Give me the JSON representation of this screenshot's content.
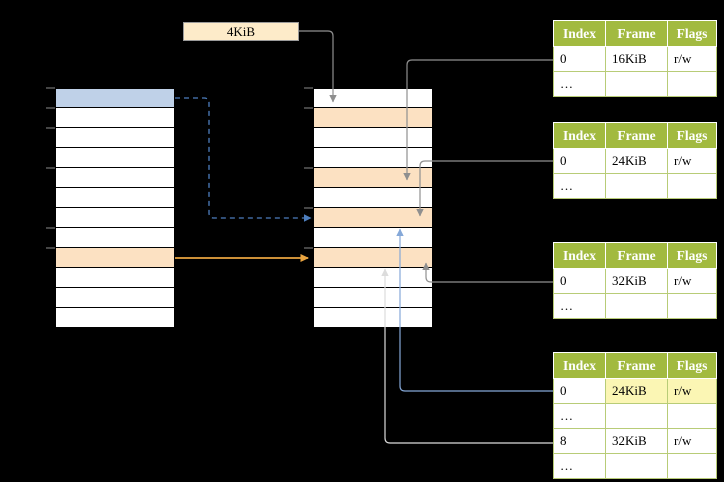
{
  "frame_size_label": "4KiB",
  "colors": {
    "bg": "#000000",
    "blue-row": "#bfd1e8",
    "peach-row": "#fce1c2",
    "label-box-bg": "#fdebc9",
    "table-header-bg": "#a2ba40",
    "table-border": "#8ca234",
    "table-grid": "#b8cc77",
    "highlight-yellow": "#fbf6b4",
    "arrow-gray": "#8f8f8f",
    "arrow-white": "#dcdcdc",
    "arrow-blue": "#85a8d8",
    "arrow-blue-dashed": "#4d7ebe",
    "arrow-orange": "#e9a440"
  },
  "memory_columns": {
    "virtual": {
      "rows": 12,
      "blue_rows": [
        0
      ],
      "peach_rows": [
        8
      ],
      "tick_rows": [
        0,
        1,
        2,
        4,
        7,
        8
      ]
    },
    "physical": {
      "rows": 12,
      "peach_rows": [
        1,
        4,
        6,
        8
      ],
      "tick_rows": [
        0,
        1,
        4,
        6,
        8
      ]
    }
  },
  "tables": [
    {
      "headers": [
        "Index",
        "Frame",
        "Flags"
      ],
      "rows": [
        [
          "0",
          "16KiB",
          "r/w"
        ],
        [
          "…",
          "",
          ""
        ]
      ]
    },
    {
      "headers": [
        "Index",
        "Frame",
        "Flags"
      ],
      "rows": [
        [
          "0",
          "24KiB",
          "r/w"
        ],
        [
          "…",
          "",
          ""
        ]
      ]
    },
    {
      "headers": [
        "Index",
        "Frame",
        "Flags"
      ],
      "rows": [
        [
          "0",
          "32KiB",
          "r/w"
        ],
        [
          "…",
          "",
          ""
        ]
      ]
    },
    {
      "headers": [
        "Index",
        "Frame",
        "Flags"
      ],
      "rows": [
        [
          "0",
          "24KiB",
          "r/w"
        ],
        [
          "…",
          "",
          ""
        ],
        [
          "8",
          "32KiB",
          "r/w"
        ],
        [
          "…",
          "",
          ""
        ]
      ]
    }
  ]
}
